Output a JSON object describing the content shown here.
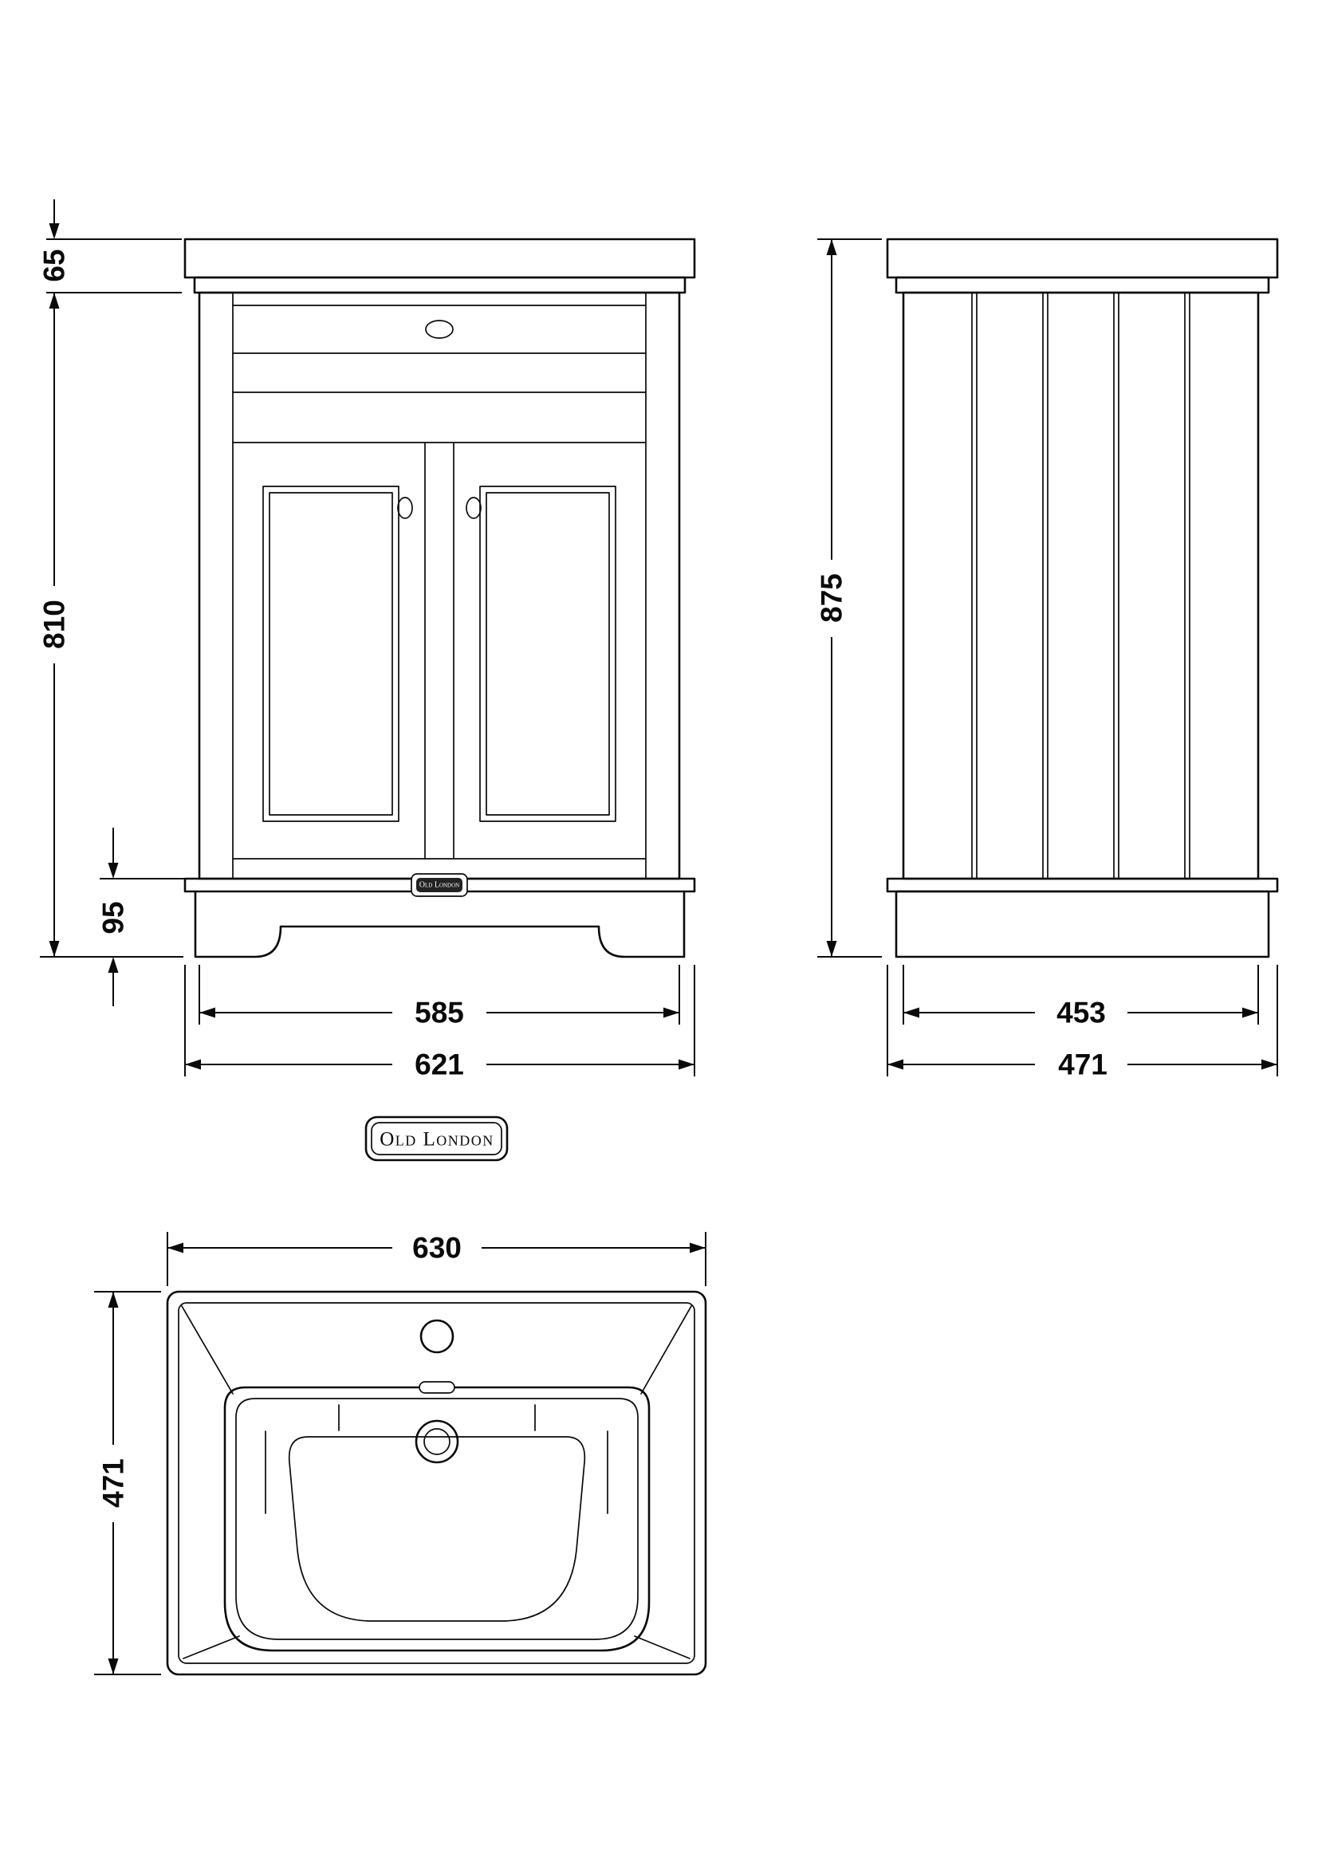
{
  "colors": {
    "line": "#0a0a0a",
    "background": "#ffffff"
  },
  "logo": {
    "badge_text": "Old London",
    "plate_text": "Old London"
  },
  "front_view": {
    "dimensions": {
      "worktop_height": "65",
      "cabinet_height": "810",
      "plinth_height": "95",
      "cabinet_width": "585",
      "overall_width": "621"
    }
  },
  "side_view": {
    "dimensions": {
      "overall_height": "875",
      "cabinet_depth": "453",
      "overall_depth": "471"
    }
  },
  "basin_view": {
    "dimensions": {
      "overall_width": "630",
      "overall_depth": "471"
    }
  }
}
